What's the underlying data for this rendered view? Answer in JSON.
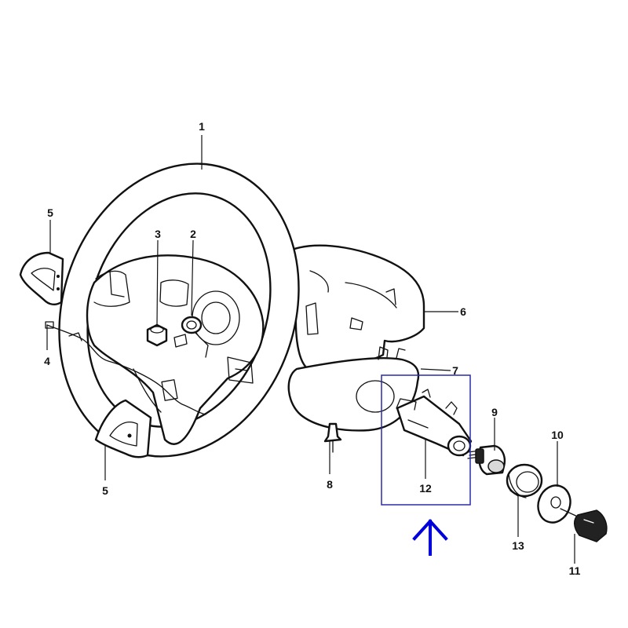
{
  "callouts": {
    "c1": "1",
    "c2": "2",
    "c3": "3",
    "c4": "4",
    "c5a": "5",
    "c5b": "5",
    "c6": "6",
    "c7": "7",
    "c8": "8",
    "c9": "9",
    "c10": "10",
    "c11": "11",
    "c12": "12",
    "c13": "13"
  },
  "colors": {
    "line": "#111111",
    "highlight_box": "#2a2aa8",
    "arrow": "#0000dd"
  },
  "icons": {
    "pointer": "arrow-up-icon"
  }
}
